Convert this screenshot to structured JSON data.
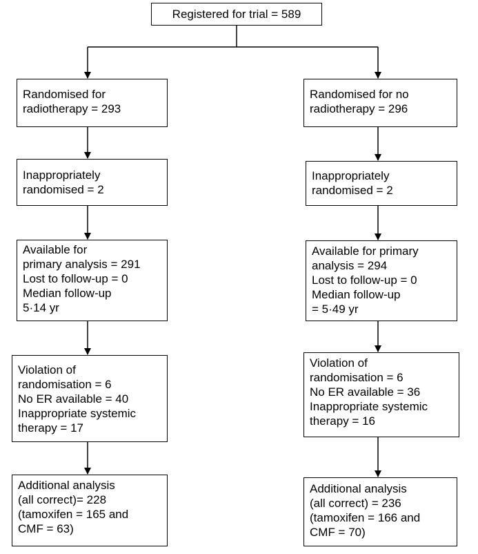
{
  "top": {
    "text": "Registered for trial = 589"
  },
  "left": {
    "randomised": [
      "Randomised for",
      "radiotherapy = 293"
    ],
    "inappropriate": [
      "Inappropriately",
      "randomised = 2"
    ],
    "available": [
      "Available for",
      "primary analysis = 291",
      "Lost to follow-up = 0",
      "Median follow-up",
      "5·14 yr"
    ],
    "violation": [
      "Violation of",
      "randomisation = 6",
      "No ER available = 40",
      "Inappropriate systemic",
      "therapy = 17"
    ],
    "additional": [
      "Additional analysis",
      "(all correct)= 228",
      "(tamoxifen = 165 and",
      "CMF = 63)"
    ]
  },
  "right": {
    "randomised": [
      "Randomised for no",
      "radiotherapy = 296"
    ],
    "inappropriate": [
      "Inappropriately",
      "randomised = 2"
    ],
    "available": [
      "Available for primary",
      "analysis = 294",
      "Lost to follow-up = 0",
      "Median follow-up",
      "= 5·49 yr"
    ],
    "violation": [
      "Violation of",
      "randomisation = 6",
      "No ER available = 36",
      "Inappropriate systemic",
      "therapy = 16"
    ],
    "additional": [
      "Additional analysis",
      "(all correct) = 236",
      "(tamoxifen = 166 and",
      "CMF = 70)"
    ]
  }
}
